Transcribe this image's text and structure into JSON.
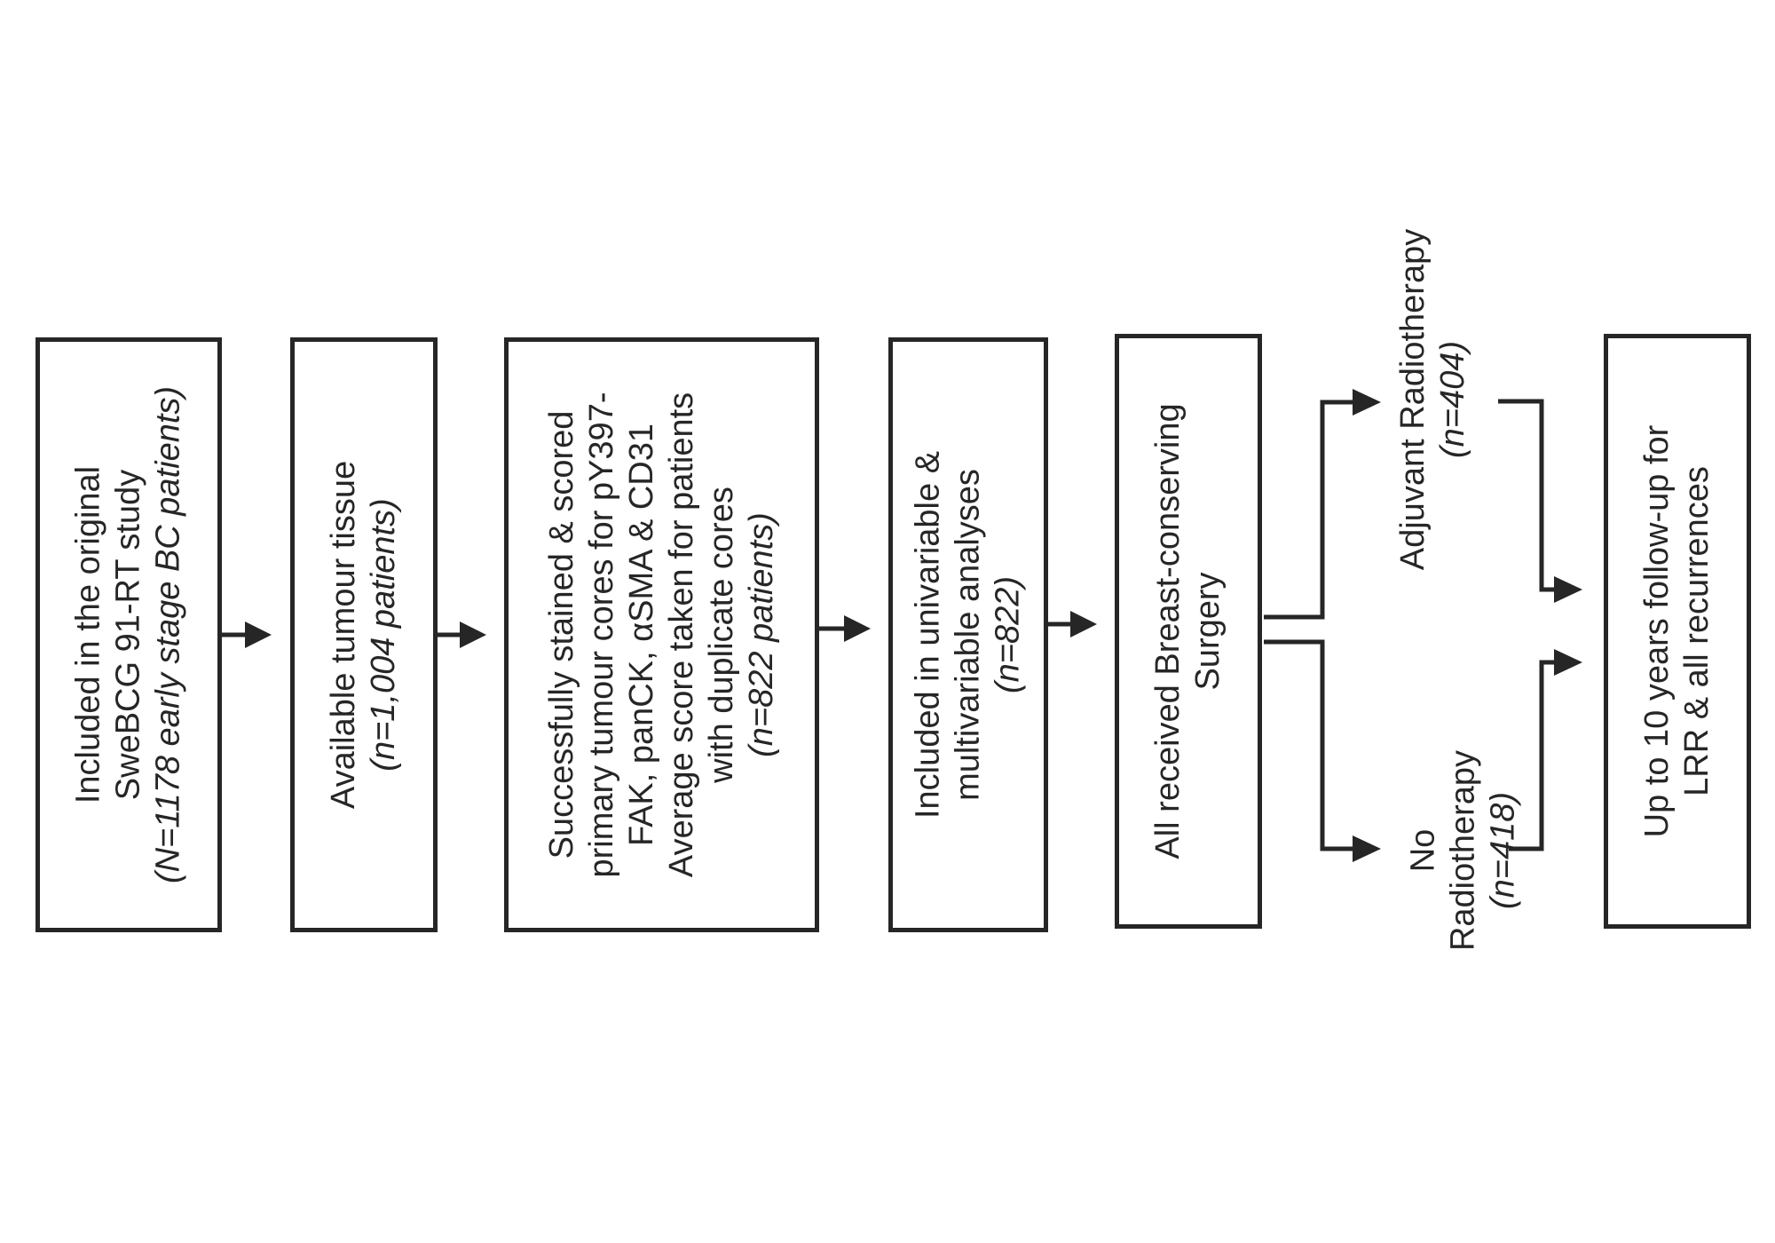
{
  "flow": {
    "box1": {
      "line1": "Included in the original",
      "line2": "SweBCG 91-RT study",
      "line3": "(N=1178 early stage BC patients)"
    },
    "box2": {
      "line1": "Available tumour tissue",
      "line2": "(n=1,004 patients)"
    },
    "box3": {
      "line1": "Successfully stained & scored",
      "line2": "primary tumour cores for pY397-",
      "line3": "FAK, panCK, αSMA & CD31",
      "line4": "Average score taken for patients",
      "line5": "with duplicate cores",
      "line6": "(n=822 patients)"
    },
    "box4": {
      "line1": "Included in univariable &",
      "line2": "multivariable analyses",
      "line3": "(n=822)"
    },
    "box5": {
      "line1": "All received Breast-conserving",
      "line2": "Surgery"
    },
    "branch_upper": {
      "line1": "Adjuvant Radiotherapy",
      "line2": "(n=404)"
    },
    "branch_lower": {
      "line1": "No",
      "line2": "Radiotherapy",
      "line3": "(n=418)"
    },
    "box6": {
      "line1": "Up to 10 years follow-up for",
      "line2": "LRR & all recurrences"
    }
  },
  "colors": {
    "stroke": "#262626",
    "background": "#ffffff"
  }
}
